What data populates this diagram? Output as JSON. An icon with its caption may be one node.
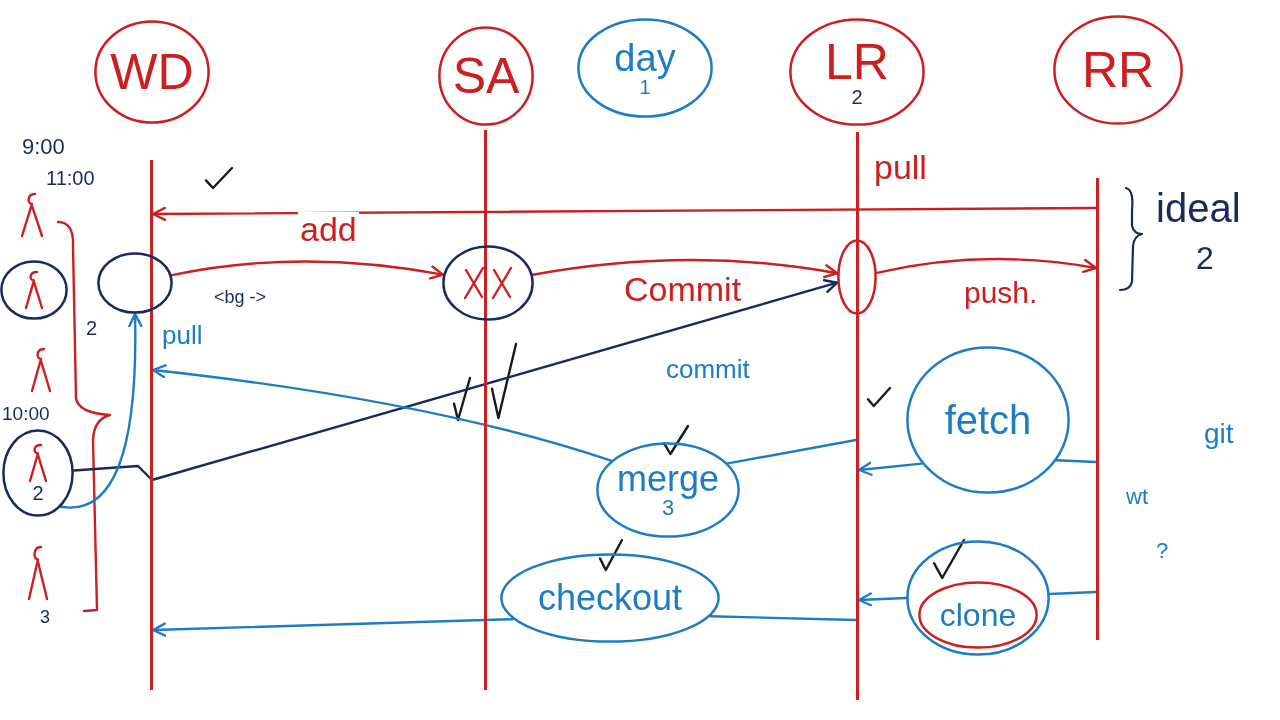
{
  "diagram": {
    "nodes": [
      {
        "text": [
          "WD"
        ]
      },
      {
        "text": [
          "SA"
        ]
      },
      {
        "text": [
          "day",
          "1"
        ]
      },
      {
        "text": [
          "LR",
          "2"
        ]
      },
      {
        "text": [
          "RR"
        ]
      },
      {
        "text": [],
        "shape": "line"
      },
      {
        "text": [],
        "shape": "line"
      },
      {
        "text": [],
        "shape": "line"
      },
      {
        "text": [],
        "shape": "line"
      },
      {
        "text": [],
        "shape": "circle"
      },
      {
        "text": [],
        "shape": "circle"
      },
      {
        "text": [],
        "shape": "circle"
      },
      {
        "text": [],
        "shape": "oval"
      },
      {
        "text": [
          "fetch"
        ]
      },
      {
        "text": [
          "2"
        ],
        "beside": [
          "10:00"
        ]
      },
      {
        "text": [
          "merge",
          "3"
        ]
      },
      {
        "text": [
          "checkout"
        ]
      },
      {
        "text": [],
        "shape": "circle"
      },
      {
        "text": [
          "clone"
        ],
        "in": 17
      }
    ],
    "edges": [
      {
        "from": 8,
        "to": 5,
        "arrow": "to",
        "label": "pull",
        "color": "#cc2020"
      },
      {
        "from": 10,
        "to": 11,
        "arrow": "to",
        "label": "add",
        "color": "#cc2020"
      },
      {
        "from": 11,
        "to": 12,
        "arrow": "to",
        "label": "Commit",
        "color": "#cc2020"
      },
      {
        "from": 12,
        "to": 8,
        "arrow": "to",
        "label": "push.",
        "color": "#cc2020"
      },
      {
        "from": 14,
        "to": 12,
        "arrow": "to",
        "label": "commit",
        "color": "#1b2a5e"
      },
      {
        "from": 14,
        "to": 10,
        "arrow": "to",
        "label": "pull"
      },
      {
        "from": 7,
        "to": 15,
        "arrow": "none"
      },
      {
        "from": 15,
        "to": 5,
        "arrow": "to"
      },
      {
        "from": 8,
        "to": 13,
        "arrow": "none"
      },
      {
        "from": 13,
        "to": 7,
        "arrow": "to"
      },
      {
        "from": 7,
        "to": 16,
        "arrow": "none"
      },
      {
        "from": 16,
        "to": 5,
        "arrow": "to"
      },
      {
        "from": 8,
        "to": 17,
        "arrow": "none"
      },
      {
        "from": 17,
        "to": 7,
        "arrow": "to"
      }
    ],
    "labels": [
      "9:00",
      "11:00",
      "ideal",
      "2",
      "<bg ->",
      "2",
      "git",
      "wt",
      "?",
      "3"
    ]
  }
}
